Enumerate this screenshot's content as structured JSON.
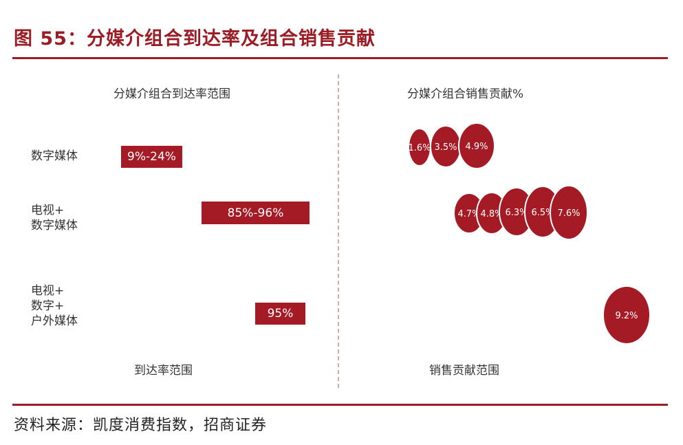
{
  "title": "图 55：分媒介组合到达率及组合销售贡献",
  "source": "资料来源：凯度消费指数，招商证券",
  "colors": {
    "brand": "#9b1c24",
    "bar": "#a51b25",
    "divider": "#d8aaa6"
  },
  "chart_data": [
    {
      "type": "bar",
      "title": "分媒介组合到达率范围",
      "xlabel": "到达率范围",
      "categories": [
        "数字媒体",
        "电视+\n数字媒体",
        "电视+\n数字+\n户外媒体"
      ],
      "values": [
        {
          "label": "9%-24%",
          "low": 9,
          "high": 24
        },
        {
          "label": "85%-96%",
          "low": 85,
          "high": 96
        },
        {
          "label": "95%",
          "low": 95,
          "high": 95
        }
      ]
    },
    {
      "type": "scatter",
      "title": "分媒介组合销售贡献%",
      "xlabel": "销售贡献范围",
      "series": [
        {
          "category": "数字媒体",
          "values": [
            1.6,
            3.5,
            4.9
          ],
          "labels": [
            "1.6%",
            "3.5%",
            "4.9%"
          ]
        },
        {
          "category": "电视+数字媒体",
          "values": [
            4.7,
            4.8,
            6.3,
            6.5,
            7.6
          ],
          "labels": [
            "4.7%",
            "4.8%",
            "6.3%",
            "6.5%",
            "7.6%"
          ]
        },
        {
          "category": "电视+数字+户外媒体",
          "values": [
            9.2
          ],
          "labels": [
            "9.2%"
          ]
        }
      ]
    }
  ]
}
